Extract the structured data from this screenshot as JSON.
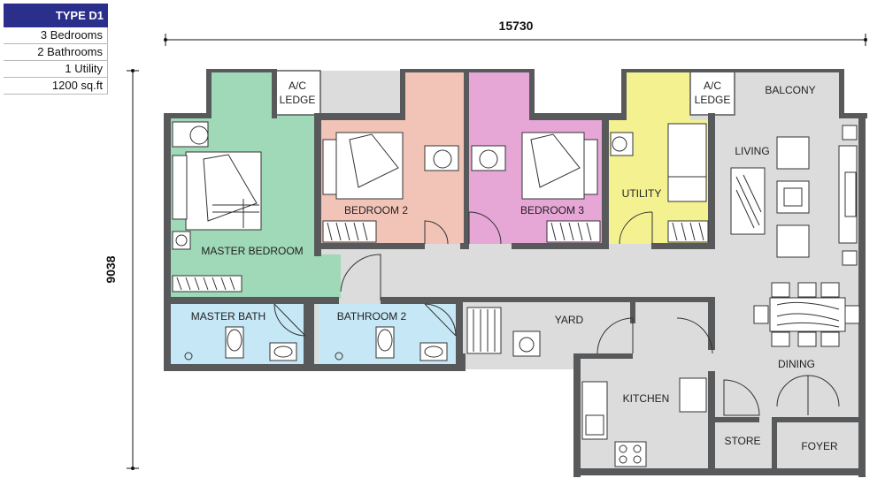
{
  "spec": {
    "title": "TYPE D1",
    "bedrooms": "3 Bedrooms",
    "bathrooms": "2 Bathrooms",
    "utility": "1 Utility",
    "area": "1200 sq.ft"
  },
  "dimensions": {
    "width": "15730",
    "height": "9038"
  },
  "rooms": {
    "master_bedroom": "MASTER BEDROOM",
    "bedroom2": "BEDROOM 2",
    "bedroom3": "BEDROOM 3",
    "utility": "UTILITY",
    "living": "LIVING",
    "balcony": "BALCONY",
    "ac_ledge_a": "A/C",
    "ac_ledge_b": "LEDGE",
    "master_bath": "MASTER BATH",
    "bathroom2": "BATHROOM 2",
    "yard": "YARD",
    "kitchen": "KITCHEN",
    "dining": "DINING",
    "store": "STORE",
    "foyer": "FOYER"
  },
  "colors": {
    "master_bedroom": "#9fd9b8",
    "bedroom2": "#f2c4b8",
    "bedroom3": "#e6a6d6",
    "utility": "#f4f290",
    "bath": "#c6e7f5",
    "common": "#dcdcdc",
    "title_bg": "#2b2f8c"
  }
}
